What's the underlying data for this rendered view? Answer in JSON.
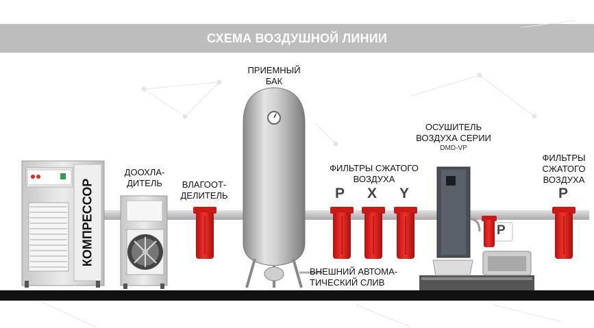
{
  "title": "СХЕМА ВОЗДУШНОЙ ЛИНИИ",
  "labels": {
    "compressor": "КОМПРЕССОР",
    "aftercooler": [
      "ДООХЛА-",
      "ДИТЕЛЬ"
    ],
    "separator": [
      "ВЛАГООТ-",
      "ДЕЛИТЕЛЬ"
    ],
    "receiver": [
      "ПРИЕМНЫЙ",
      "БАК"
    ],
    "filters_1": [
      "ФИЛЬТРЫ СЖАТОГО",
      "ВОЗДУХА"
    ],
    "dryer": [
      "ОСУШИТЕЛЬ",
      "ВОЗДУХА СЕРИИ"
    ],
    "dryer_model": "DMD-VP",
    "filters_2": [
      "ФИЛЬТРЫ",
      "СЖАТОГО",
      "ВОЗДУХА"
    ],
    "drain": [
      "ВНЕШНИЙ АВТОМА-",
      "ТИЧЕСКИЙ СЛИВ"
    ]
  },
  "filter_grades": [
    "P",
    "X",
    "Y",
    "P",
    "P"
  ],
  "colors": {
    "banner": "#bdbdbd",
    "filter": "#e8231f",
    "pipe": "#c9c9c9",
    "floor": "#111111",
    "equipment": "#d9d9d9"
  }
}
